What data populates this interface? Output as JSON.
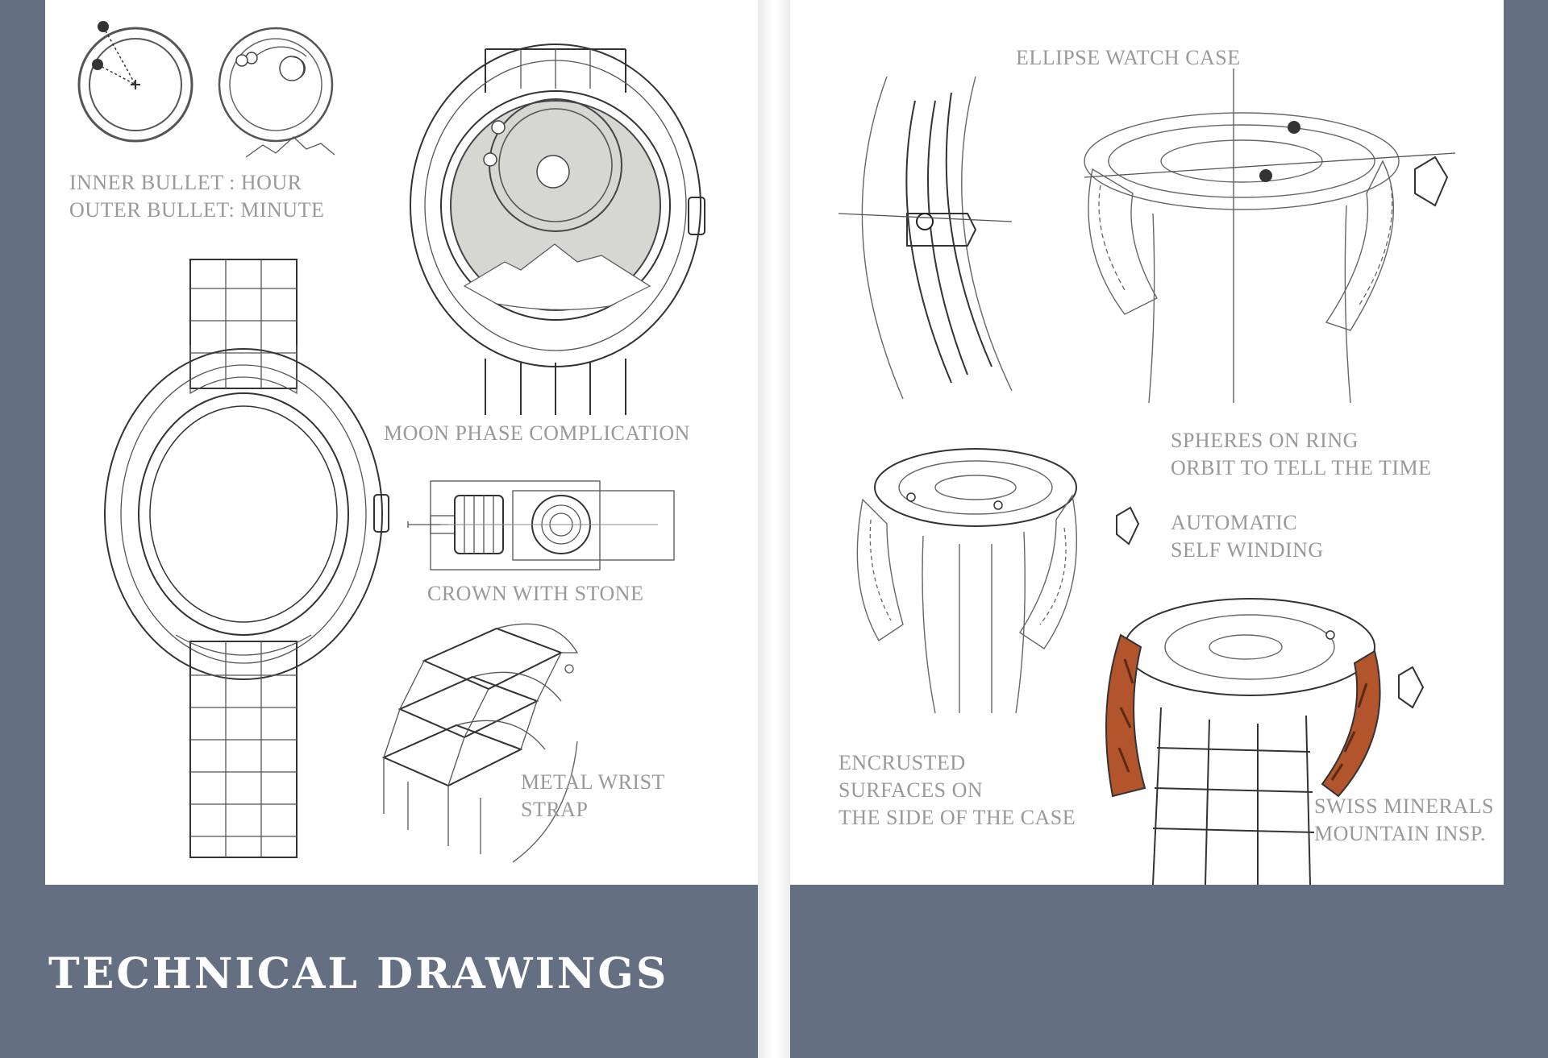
{
  "document": {
    "section_title": "TECHNICAL DRAWINGS",
    "left_page": {
      "labels": {
        "hands_line1": "INNER BULLET : HOUR",
        "hands_line2": "OUTER BULLET: MINUTE",
        "moon_phase": "MOON PHASE COMPLICATION",
        "crown": "CROWN WITH STONE",
        "strap_line1": "METAL WRIST",
        "strap_line2": "STRAP"
      }
    },
    "right_page": {
      "labels": {
        "case": "ELLIPSE WATCH CASE",
        "spheres_line1": "SPHERES  ON RING",
        "spheres_line2": "ORBIT TO TELL THE TIME",
        "auto_line1": "AUTOMATIC",
        "auto_line2": "SELF WINDING",
        "encrusted_line1": "ENCRUSTED",
        "encrusted_line2": "SURFACES ON",
        "encrusted_line3": "THE SIDE OF THE CASE",
        "swiss_line1": "SWISS MINERALS",
        "swiss_line2": "MOUNTAIN INSP."
      }
    },
    "colors": {
      "background": "#646f82",
      "page": "#ffffff",
      "label": "#999999",
      "dial_fill": "#d6d7d3",
      "mineral": "#b2552c"
    }
  }
}
